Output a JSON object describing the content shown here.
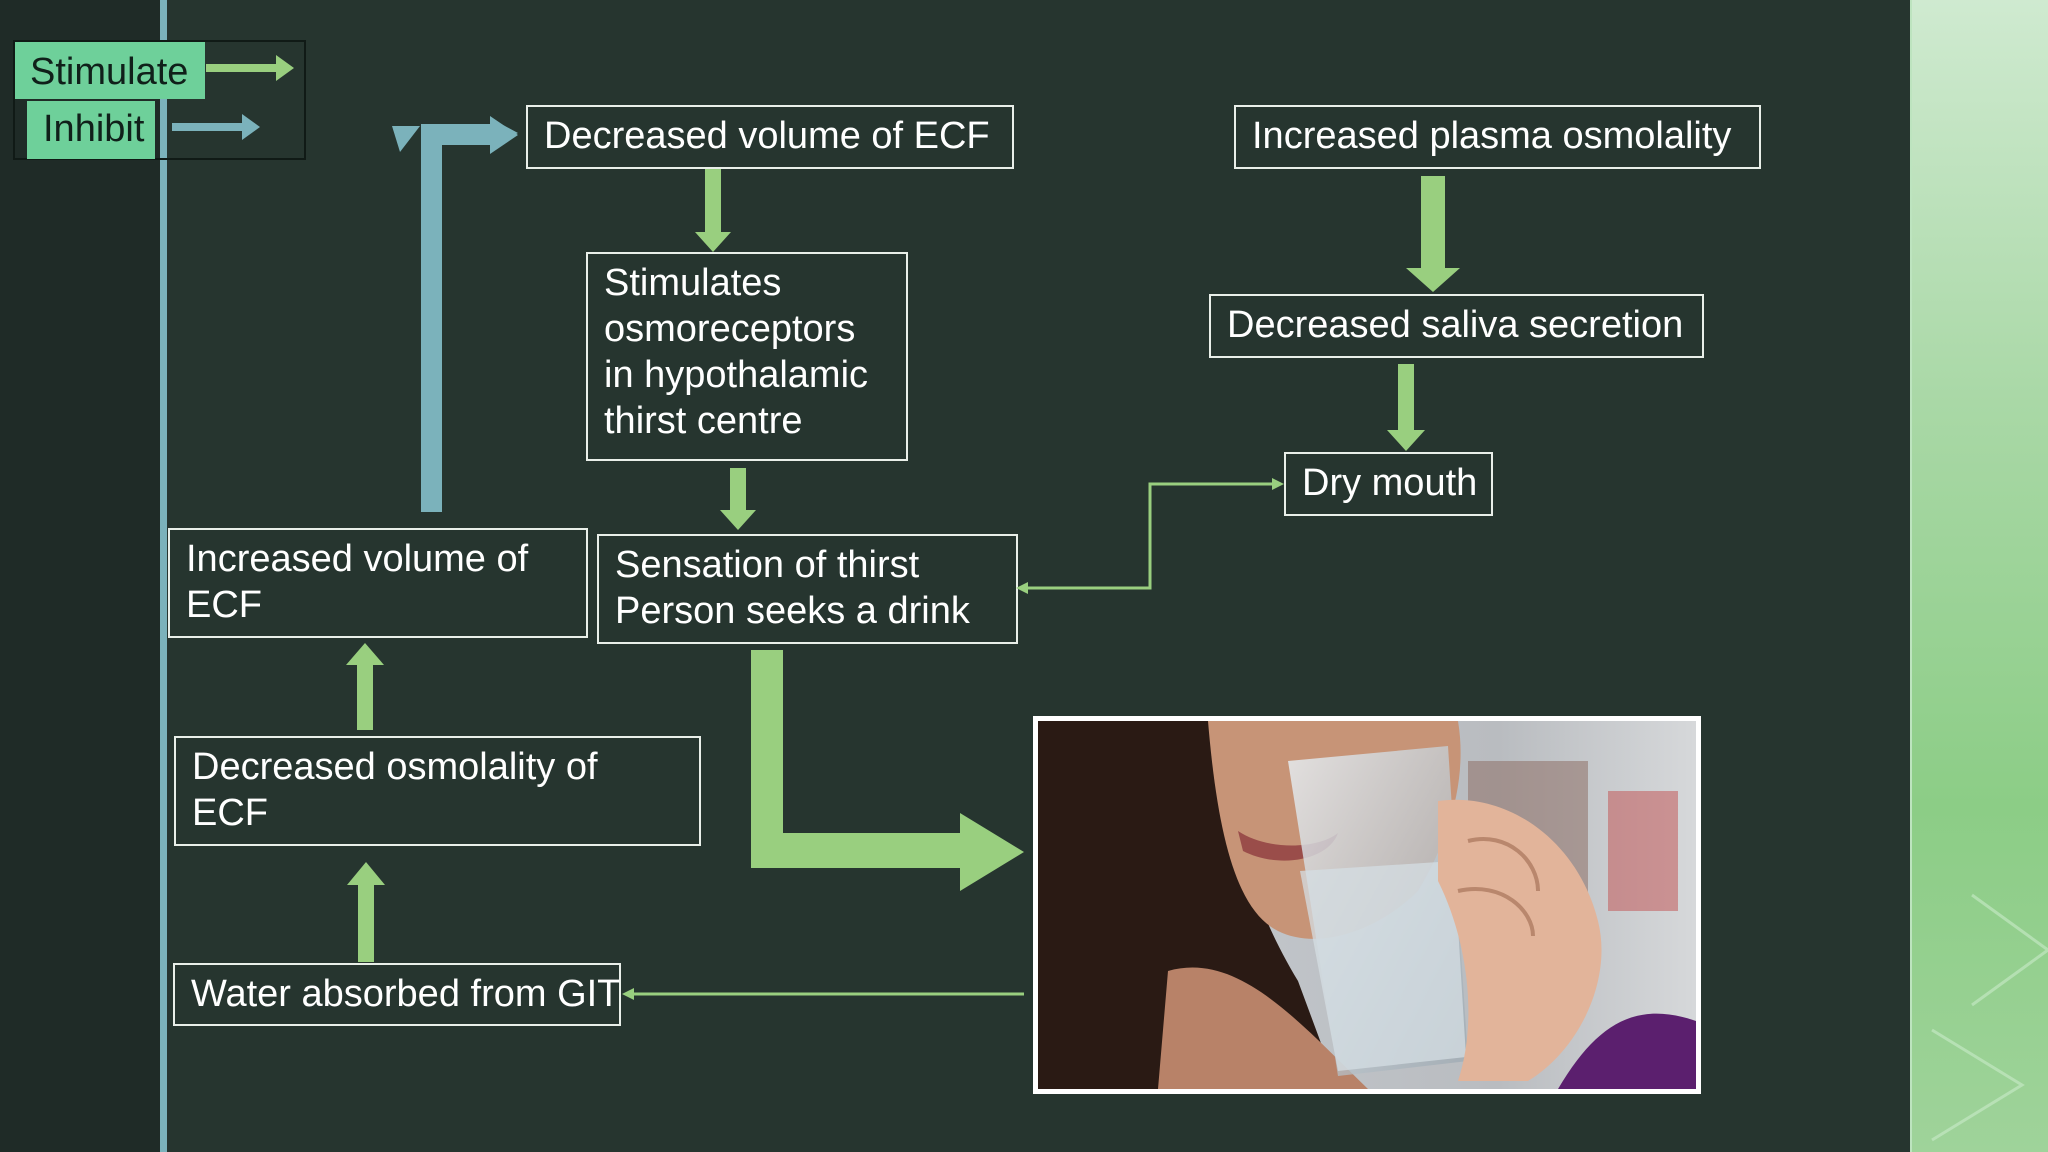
{
  "legend": {
    "stimulate": "Stimulate",
    "inhibit": "Inhibit",
    "stimulate_color": "#99cf7f",
    "inhibit_color": "#7bb2bb"
  },
  "boxes": {
    "decreased_volume": "Decreased volume of ECF",
    "increased_plasma": "Increased plasma osmolality",
    "stimulates_osmo": [
      "Stimulates",
      "osmoreceptors",
      "in hypothalamic",
      "thirst centre"
    ],
    "decreased_saliva": "Decreased saliva secretion",
    "dry_mouth": "Dry mouth",
    "increased_volume": [
      "Increased volume of",
      "ECF"
    ],
    "sensation": [
      "Sensation of thirst",
      "Person seeks a drink"
    ],
    "decreased_osmolality": [
      "Decreased osmolality of",
      "ECF"
    ],
    "water_absorbed": "Water absorbed from GIT"
  },
  "colors": {
    "background": "#26352f",
    "stimulate_arrow": "#99cf7f",
    "inhibit_arrow": "#7bb2bb",
    "box_border": "#e9efe9",
    "text": "#ffffff"
  },
  "image": {
    "subject": "woman-drinking-water"
  }
}
